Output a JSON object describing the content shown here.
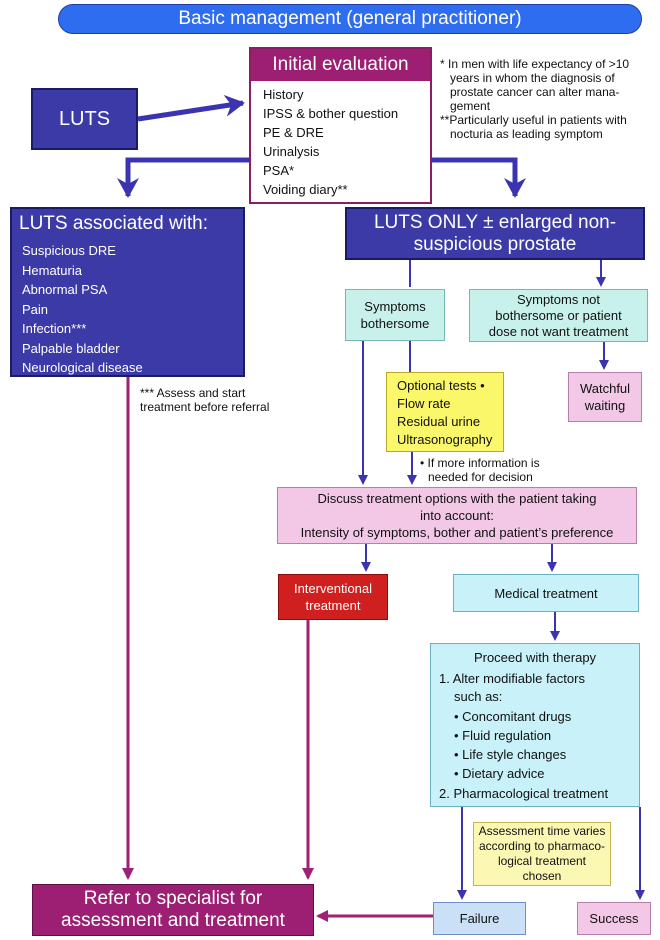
{
  "title": "Basic management (general practitioner)",
  "luts": "LUTS",
  "initial": {
    "title": "Initial evaluation",
    "items": [
      "History",
      "IPSS & bother question",
      "PE & DRE",
      "Urinalysis",
      "PSA*",
      "Voiding diary**"
    ]
  },
  "footnote_top": {
    "l1": "* In men with life expectancy of >10",
    "l2": "years in whom the diagnosis of",
    "l3": "prostate cancer can alter mana-",
    "l4": "gement",
    "l5": "**Particularly useful in patients with",
    "l6": "nocturia as leading symptom"
  },
  "assoc": {
    "title": "LUTS associated with:",
    "items": [
      "Suspicious DRE",
      "Hematuria",
      "Abnormal PSA",
      "Pain",
      "Infection***",
      "Palpable bladder",
      "Neurological disease"
    ],
    "note_l1": "*** Assess and start",
    "note_l2": "treatment before referral"
  },
  "only": {
    "l1": "LUTS ONLY ± enlarged non-",
    "l2": "suspicious prostate"
  },
  "bothersome": {
    "l1": "Symptoms",
    "l2": "bothersome"
  },
  "not_bothersome": {
    "l1": "Symptoms not",
    "l2": "bothersome or patient",
    "l3": "dose not want treatment"
  },
  "watchful": {
    "l1": "Watchful",
    "l2": "waiting"
  },
  "optional": {
    "items": [
      "Optional tests •",
      "Flow rate",
      "Residual urine",
      "Ultrasonography"
    ],
    "note_l1": "• If more information is",
    "note_l2": "needed for decision"
  },
  "discuss": {
    "l1": "Discuss treatment options with the patient taking",
    "l2": "into account:",
    "l3": "Intensity of symptoms, bother and patient’s preference"
  },
  "interventional": {
    "l1": "Interventional",
    "l2": "treatment"
  },
  "medical": "Medical treatment",
  "proceed": {
    "title": "Proceed with therapy",
    "step1_l1": "1.  Alter modifiable factors",
    "step1_l2": "such as:",
    "bullets": [
      "• Concomitant drugs",
      "• Fluid regulation",
      "• Life style changes",
      "• Dietary advice"
    ],
    "step2": "2.  Pharmacological treatment"
  },
  "assessment": {
    "l1": "Assessment time varies",
    "l2": "according to pharmaco-",
    "l3": "logical treatment",
    "l4": "chosen"
  },
  "refer": {
    "l1": "Refer to specialist for",
    "l2": "assessment and treatment"
  },
  "failure": "Failure",
  "success": "Success",
  "colors": {
    "arrow_blue": "#3a34b0",
    "arrow_magenta": "#a01f77",
    "navy_box": "#3b3aa6",
    "magenta_box": "#9c1f73",
    "title_blue": "#2f6df0"
  }
}
